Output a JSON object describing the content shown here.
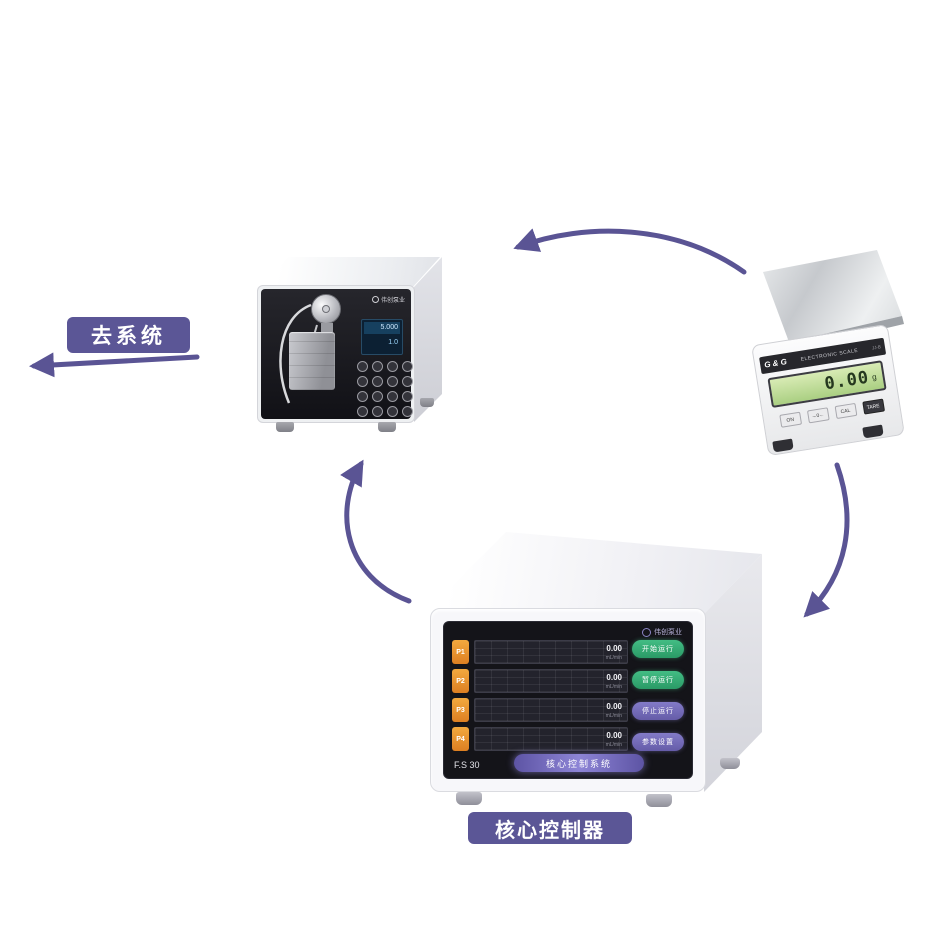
{
  "diagram": {
    "badge_to_system": "去系统",
    "badge_core_controller": "核心控制器",
    "arrow_color": "#5a5494",
    "accent_purple": "#5b5696"
  },
  "pump": {
    "brand": "伟创泵业",
    "display_line1": "5.000",
    "display_line2": "1.0"
  },
  "scale": {
    "brand": "G & G",
    "title": "ELECTRONIC SCALE",
    "model": "JJ-B",
    "display_value": "0.00",
    "display_unit": "g",
    "button_power": "ON",
    "button_zero": "→0←",
    "button_cal": "CAL",
    "button_tare": "TARE"
  },
  "controller": {
    "brand": "伟创泵业",
    "model": "F.S 30",
    "system_bar": "核心控制系统",
    "channels": [
      {
        "id": "P1",
        "value": "0.00",
        "unit": "mL/min"
      },
      {
        "id": "P2",
        "value": "0.00",
        "unit": "mL/min"
      },
      {
        "id": "P3",
        "value": "0.00",
        "unit": "mL/min"
      },
      {
        "id": "P4",
        "value": "0.00",
        "unit": "mL/min"
      }
    ],
    "buttons": [
      {
        "label": "开始运行",
        "type": "green"
      },
      {
        "label": "暂停运行",
        "type": "green"
      },
      {
        "label": "停止运行",
        "type": "purple"
      },
      {
        "label": "参数设置",
        "type": "purple"
      }
    ]
  }
}
